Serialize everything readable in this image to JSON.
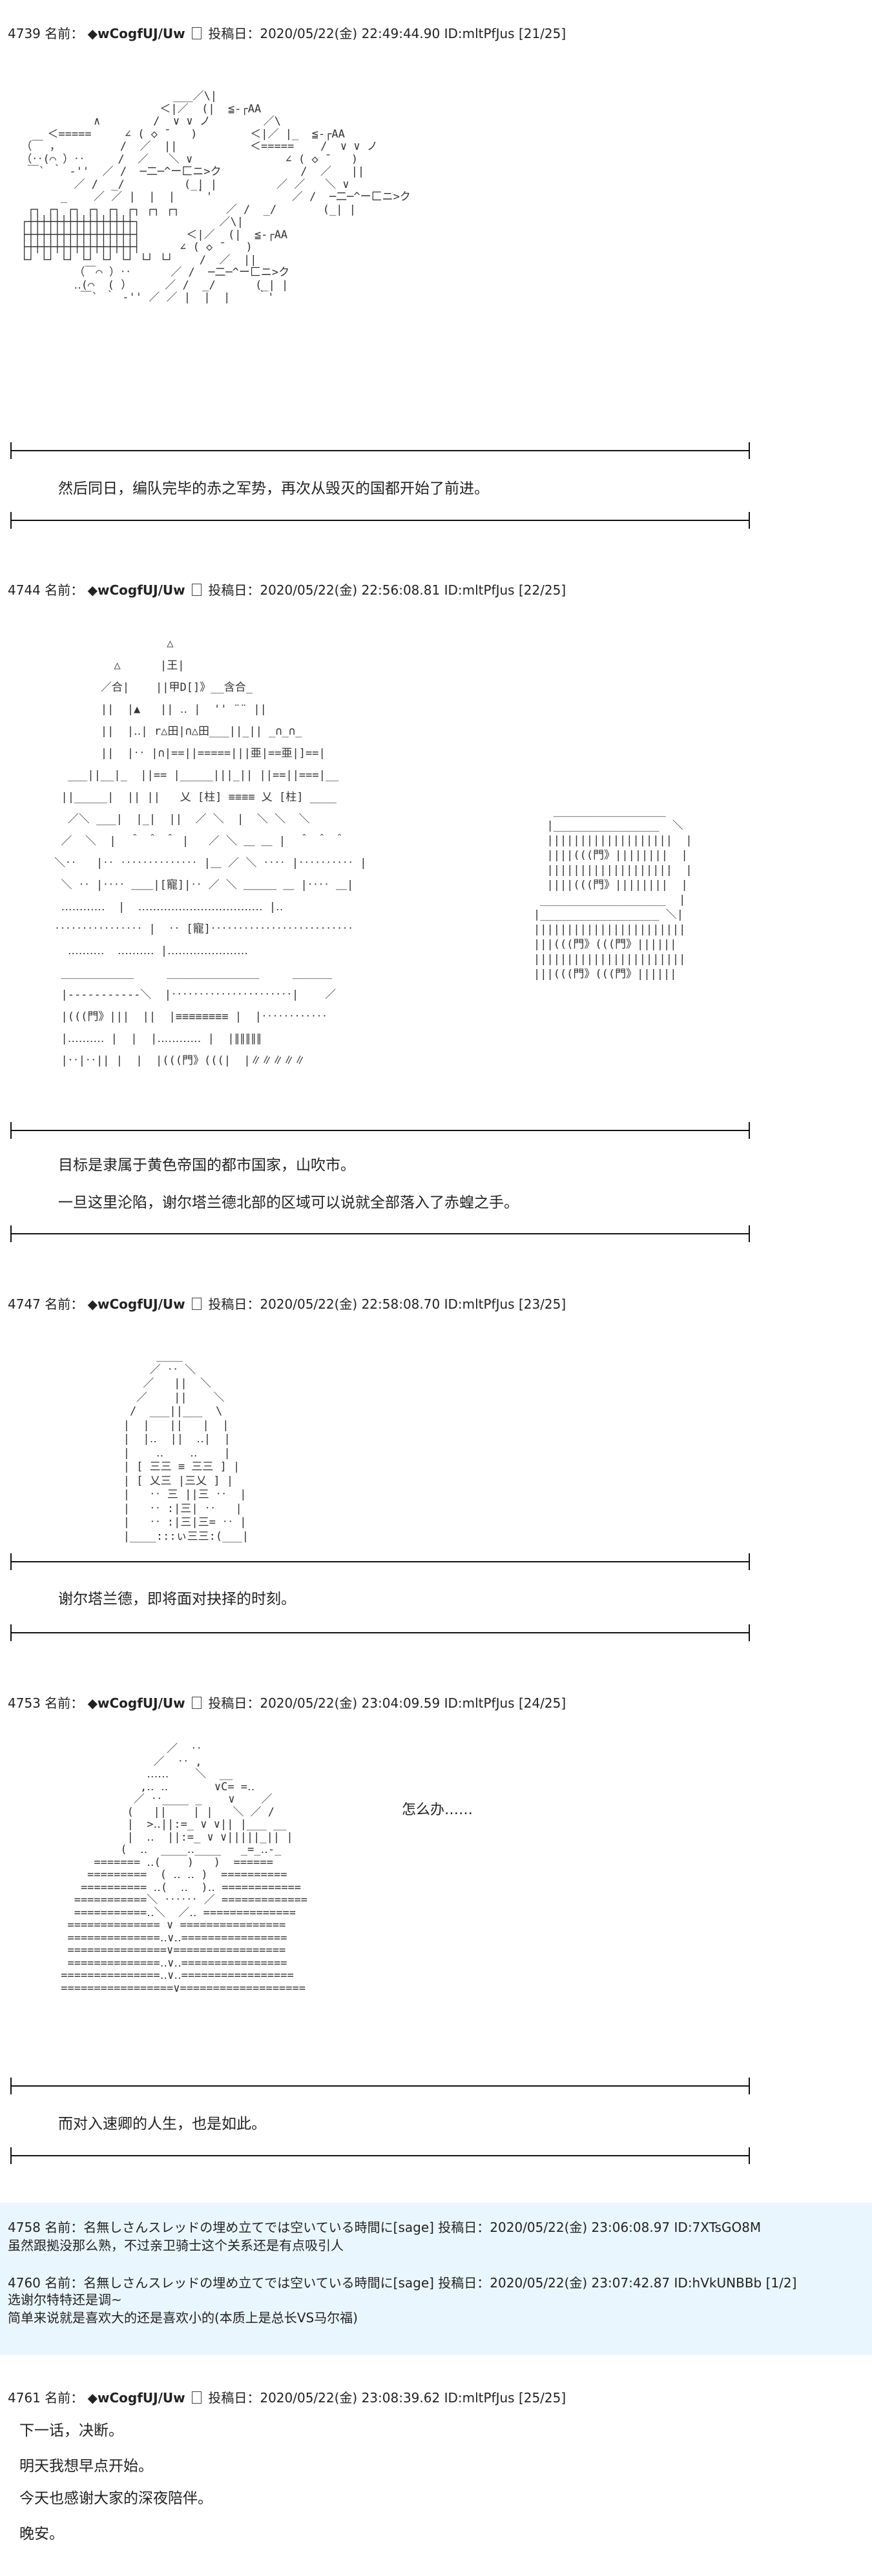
{
  "posts": [
    {
      "header": {
        "num": "4739",
        "label": "名前：",
        "name": "◆wCogfUJ/Uw",
        "icon": "square-icon",
        "date": " 投稿日：2020/05/22(金) 22:49:44.90 ID:mltPfJus [21/25]"
      },
      "aa": "                         ___／\\|\n                       ＜|／  (|  ≦-┌AA\n             ∧        /  ∨ ∨ ノ        ／\\\n      ＜=====     ∠ ( ◇ ̄    )        ＜|／ |_  ≦-┌AA\n  （￣ ，         /  ／  ||           ＜=====    /  ∨ ∨ ノ\n  （‥(⌒ ）‥     /  ／   ＼ ∨              ∠ ( ◇ ̄    )\n   ￣` ｀ ‐''  ／ /  ─二─^ー匚ニ>ク            /  ／   ||\n          ／ /  _/         (_| |         ／ ／   ＼ ∨\n        _    ／ ／ |  |  |   ｀'            ／ /  ─二─^ー匚ニ>ク\n   ┌┐ ┌┐ ┌┐ ┌┐ ┌┐ ┌┐ ┌┐ ┌┐       ／ /  _/       (_| |\n  ┌┼┼┼┼┼┼┼┼┼┼┼┼┼┼┼┼┐            ／\\|\n  ├┼┼┼┼┼┼┼┼┼┼┼┼┼┼┼┼┤       ＜|／  (|  ≦-┌AA\n  ├┼┼┼┼┼┼┼┼┼┼┼┼┼┼┼┼┤      ∠ ( ◇ ̄    )\n  └┘ └┘ └┘ └┘ └┘ └┘ └┘ └┘    /  ／  ||\n          （￣⌒ ）‥      ／ /  ─二─^ー匚ニ>ク\n          ‥(⌒  ( ）     ／ /  _/      (_| |\n           ￣` ｀ ‐'' ／ ／ |  |  |    ｀'",
      "narration": [
        "然后同日，编队完毕的赤之军势，再次从毁灭的国都开始了前进。"
      ]
    },
    {
      "header": {
        "num": "4744",
        "label": "名前：",
        "name": "◆wCogfUJ/Uw",
        "icon": "square-icon",
        "date": " 投稿日：2020/05/22(金) 22:56:08.81 ID:mltPfJus [22/25]"
      },
      "aa": "                  △\n          △      |王|\n        ／合|    ||甲D[]》__含合_\n        ||  |▲   || ‥ |  '' ¨¨ ||\n        ||  |‥| r△田|∩△田___||_|| _∩_∩_\n        ||  |‥ |∩|==||=====|||亜|==亜|]==|\n   ___||__|_  ||== |_____|||_|| ||==||===|__\n  ||_____|  || ||   乂 [柱] ≡≡≡≡ 乂 [柱] ____\n   ／＼ ___|  |_|  ||  ／ ＼  |  ＼ ＼  ＼\n  ／  ＼  |  ＾ ＾ ＾ |   ／ ＼ ＿ ＿ |  ＾ ＾ ＾\n ＼‥   |‥ ‥‥‥‥‥‥‥ |＿ ／ ＼ ‥‥ |‥‥‥‥‥ |\n  ＼ ‥ |‥‥ ＿＿|[寵]|‥ ／ ＼ ＿＿＿ ＿ |‥‥ ＿|\n  ‥‥‥‥‥‥  |  ‥‥‥‥‥‥‥‥‥‥‥‥‥‥‥‥‥ |‥\n ‥‥‥‥‥‥‥‥ |  ‥ [寵]‥‥‥‥‥‥‥‥‥‥‥‥‥\n   ‥‥‥‥‥  ‥‥‥‥‥ |‥‥‥‥‥‥‥‥‥‥‥\n  ___________     ______________     ______\n  |-----------＼  |‥‥‥‥‥‥‥‥‥‥‥|    ／\n  |(((門》|||  ||  |≡≡≡≡≡≡≡≡ |  |‥‥‥‥‥‥\n  |‥‥‥‥‥ |  |  |‥‥‥‥‥‥ |  |∥∥∥∥∥\n  |‥|‥|| |  |  |(((門》(((|  |∥∥∥∥∥",
      "aa2": "   _________________\n  |________________  ＼\n  |||||||||||||||||||  |\n  ||||(((門》||||||||  |\n  |||||||||||||||||||  |\n  ||||(((門》||||||||  |\n ___________________  |\n|__________________ ＼|\n|||||||||||||||||||||||\n|||(((門》(((門》||||||\n|||||||||||||||||||||||\n|||(((門》(((門》||||||",
      "narration": [
        "目标是隶属于黄色帝国的都市国家，山吹市。",
        "一旦这里沦陷，谢尔塔兰德北部的区域可以说就全部落入了赤蝗之手。"
      ]
    },
    {
      "header": {
        "num": "4747",
        "label": "名前：",
        "name": "◆wCogfUJ/Uw",
        "icon": "square-icon",
        "date": " 投稿日：2020/05/22(金) 22:58:08.70 ID:mltPfJus [23/25]"
      },
      "aa": "        ____\n       ／ ‥ ＼\n      ／   ||  ＼\n     ／    ||    ＼\n    /  ___||___  \\\n   |  |   ||   |  |\n   |  |‥  ||  ‥|  |\n   |    ‥    ‥    |\n   | [ 三三 ≡ 三三 ] |\n   | [ 乂三 |三乂 ] |\n   |   ‥ 三 ||三 ‥  |\n   |   ‥ :|三| ‥   |\n   |   ‥ :|三|三= ‥ |\n   |____:::ぃ三三:(___|",
      "narration": [
        "谢尔塔兰德，即将面对抉择的时刻。"
      ]
    },
    {
      "header": {
        "num": "4753",
        "label": "名前：",
        "name": "◆wCogfUJ/Uw",
        "icon": "square-icon",
        "date": " 投稿日：2020/05/22(金) 23:04:09.59 ID:mltPfJus [24/25]"
      },
      "aa": "                 ／  ‥\n               ／  ‥ ,\n              ‥‥‥    ＼  __\n             ,‥ ‥       ∨C= =‥\n            ／ ‥____ _    ∨    ／\n           (   ||    | |   ＼ ／ /\n           |  >‥||:=_ ∨ ∨|| |___ __\n           |  ‥  ||:=_ ∨ ∨|||||_|| |\n          (  ‥  ____‥____   _=_‥-_\n      ======= ‥(    )   )  ======\n     =========  ( ‥ ‥ )  ==========\n    ========== ‥(  ‥  )‥ ============\n   ===========＼ ‥‥‥ ／ =============\n   ===========‥＼  ／‥ ==============\n  ============== ∨ ================\n  ==============‥∨‥================\n  ===============∨=================\n  ==============‥∨‥================\n ===============‥∨‥=================\n =================∨===================",
      "aside": "怎么办……",
      "narration": [
        "而对入速卿的人生，也是如此。"
      ]
    }
  ],
  "replies": [
    {
      "header": "4758 名前：名無しさんスレッドの埋め立てでは空いている時間に[sage] 投稿日：2020/05/22(金) 23:06:08.97 ID:7XTsGO8M",
      "body": "虽然跟拠没那么熟，不过亲卫骑士这个关系还是有点吸引人"
    },
    {
      "header": "4760 名前：名無しさんスレッドの埋め立てでは空いている時間に[sage] 投稿日：2020/05/22(金) 23:07:42.87 ID:hVkUNBBb [1/2]",
      "body": "选谢尔特特还是调~\n简单来说就是喜欢大的还是喜欢小的(本质上是总长VS马尔福)"
    }
  ],
  "final_post": {
    "header": {
      "num": "4761",
      "label": "名前：",
      "name": "◆wCogfUJ/Uw",
      "icon": "square-icon",
      "date": " 投稿日：2020/05/22(金) 23:08:39.62 ID:mltPfJus [25/25]"
    },
    "lines": [
      "下一话，决断。",
      "明天我想早点开始。",
      "今天也感谢大家的深夜陪伴。",
      "晚安。"
    ]
  }
}
